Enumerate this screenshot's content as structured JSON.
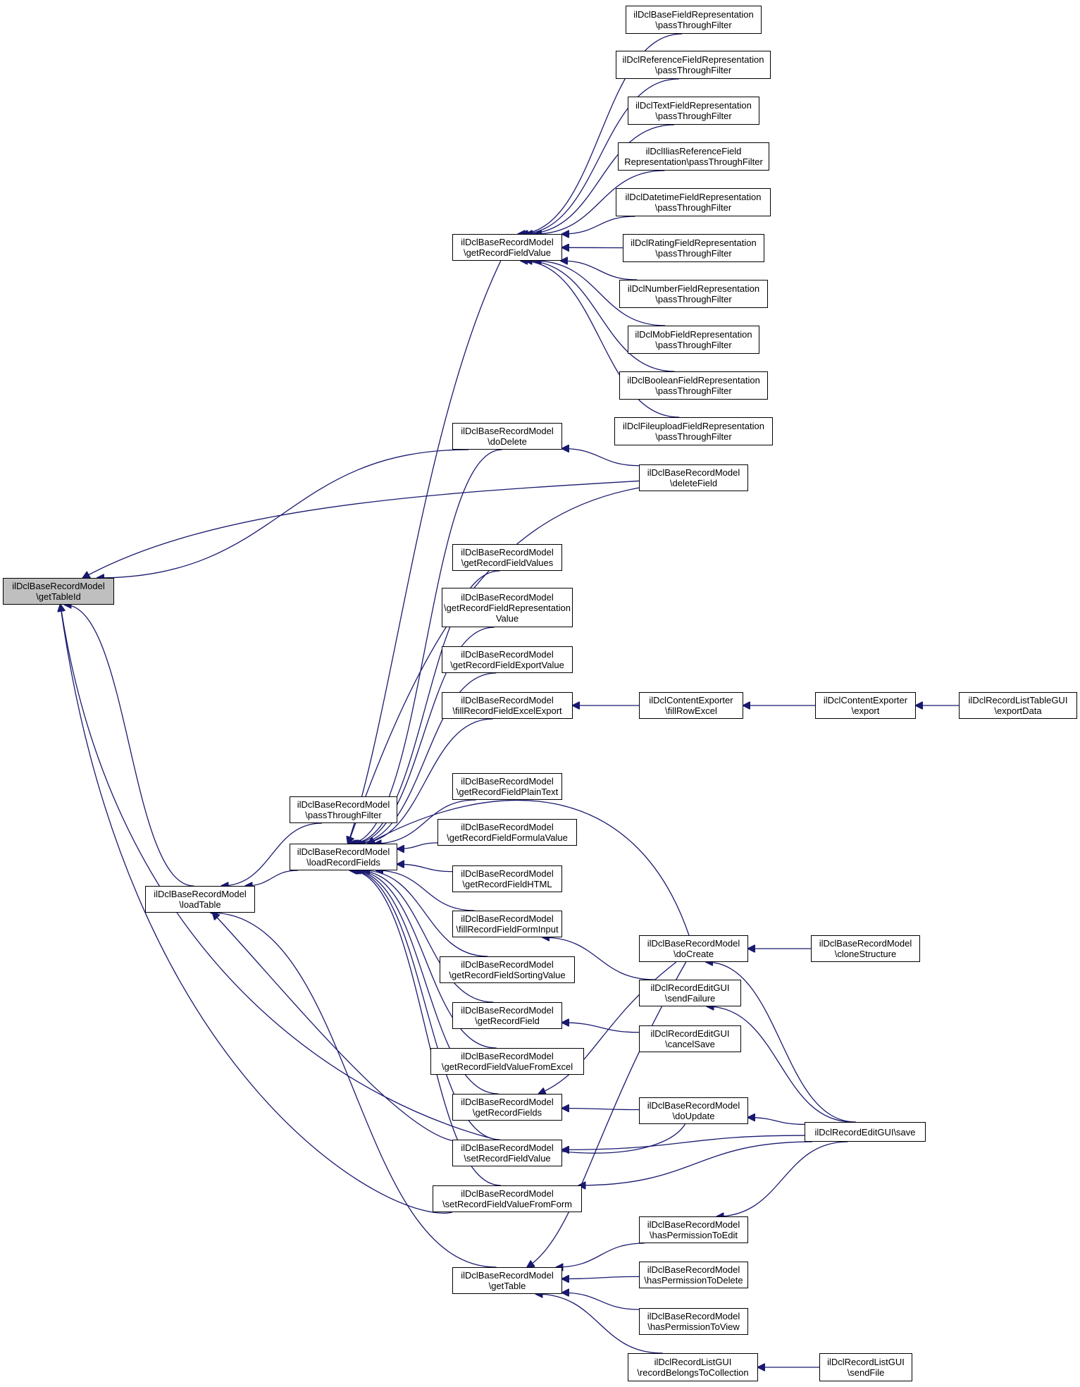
{
  "colors": {
    "edge": "#191970",
    "node_border": "#000000",
    "focus_fill": "#bfbfbf"
  },
  "nodes": [
    {
      "id": "n0",
      "lines": [
        "ilDclBaseRecordModel",
        "\\getTableId"
      ],
      "focus": true
    },
    {
      "id": "n1",
      "lines": [
        "ilDclBaseRecordModel",
        "\\loadTable"
      ]
    },
    {
      "id": "n2",
      "lines": [
        "ilDclBaseRecordModel",
        "\\passThroughFilter"
      ]
    },
    {
      "id": "n3",
      "lines": [
        "ilDclBaseRecordModel",
        "\\loadRecordFields"
      ]
    },
    {
      "id": "n4",
      "lines": [
        "ilDclBaseRecordModel",
        "\\getRecordFieldValue"
      ]
    },
    {
      "id": "n5",
      "lines": [
        "ilDclBaseRecordModel",
        "\\doDelete"
      ]
    },
    {
      "id": "n6",
      "lines": [
        "ilDclBaseRecordModel",
        "\\getRecordFieldValues"
      ]
    },
    {
      "id": "n7",
      "lines": [
        "ilDclBaseRecordModel",
        "\\getRecordFieldRepresentation",
        "Value"
      ]
    },
    {
      "id": "n8",
      "lines": [
        "ilDclBaseRecordModel",
        "\\getRecordFieldExportValue"
      ]
    },
    {
      "id": "n9",
      "lines": [
        "ilDclBaseRecordModel",
        "\\fillRecordFieldExcelExport"
      ]
    },
    {
      "id": "n10",
      "lines": [
        "ilDclBaseRecordModel",
        "\\getRecordFieldPlainText"
      ]
    },
    {
      "id": "n11",
      "lines": [
        "ilDclBaseRecordModel",
        "\\getRecordFieldFormulaValue"
      ]
    },
    {
      "id": "n12",
      "lines": [
        "ilDclBaseRecordModel",
        "\\getRecordFieldHTML"
      ]
    },
    {
      "id": "n13",
      "lines": [
        "ilDclBaseRecordModel",
        "\\fillRecordFieldFormInput"
      ]
    },
    {
      "id": "n14",
      "lines": [
        "ilDclBaseRecordModel",
        "\\getRecordFieldSortingValue"
      ]
    },
    {
      "id": "n15",
      "lines": [
        "ilDclBaseRecordModel",
        "\\getRecordField"
      ]
    },
    {
      "id": "n16",
      "lines": [
        "ilDclBaseRecordModel",
        "\\getRecordFieldValueFromExcel"
      ]
    },
    {
      "id": "n17",
      "lines": [
        "ilDclBaseRecordModel",
        "\\getRecordFields"
      ]
    },
    {
      "id": "n18",
      "lines": [
        "ilDclBaseRecordModel",
        "\\setRecordFieldValue"
      ]
    },
    {
      "id": "n19",
      "lines": [
        "ilDclBaseRecordModel",
        "\\setRecordFieldValueFromForm"
      ]
    },
    {
      "id": "n20",
      "lines": [
        "ilDclBaseRecordModel",
        "\\getTable"
      ]
    },
    {
      "id": "n21",
      "lines": [
        "ilDclBaseFieldRepresentation",
        "\\passThroughFilter"
      ]
    },
    {
      "id": "n22",
      "lines": [
        "ilDclReferenceFieldRepresentation",
        "\\passThroughFilter"
      ]
    },
    {
      "id": "n23",
      "lines": [
        "ilDclTextFieldRepresentation",
        "\\passThroughFilter"
      ]
    },
    {
      "id": "n24",
      "lines": [
        "ilDclIliasReferenceField",
        "Representation\\passThroughFilter"
      ]
    },
    {
      "id": "n25",
      "lines": [
        "ilDclDatetimeFieldRepresentation",
        "\\passThroughFilter"
      ]
    },
    {
      "id": "n26",
      "lines": [
        "ilDclRatingFieldRepresentation",
        "\\passThroughFilter"
      ]
    },
    {
      "id": "n27",
      "lines": [
        "ilDclNumberFieldRepresentation",
        "\\passThroughFilter"
      ]
    },
    {
      "id": "n28",
      "lines": [
        "ilDclMobFieldRepresentation",
        "\\passThroughFilter"
      ]
    },
    {
      "id": "n29",
      "lines": [
        "ilDclBooleanFieldRepresentation",
        "\\passThroughFilter"
      ]
    },
    {
      "id": "n30",
      "lines": [
        "ilDclFileuploadFieldRepresentation",
        "\\passThroughFilter"
      ]
    },
    {
      "id": "n31",
      "lines": [
        "ilDclBaseRecordModel",
        "\\deleteField"
      ]
    },
    {
      "id": "n32",
      "lines": [
        "ilDclContentExporter",
        "\\fillRowExcel"
      ]
    },
    {
      "id": "n33",
      "lines": [
        "ilDclBaseRecordModel",
        "\\doCreate"
      ]
    },
    {
      "id": "n34",
      "lines": [
        "ilDclRecordEditGUI",
        "\\sendFailure"
      ]
    },
    {
      "id": "n35",
      "lines": [
        "ilDclRecordEditGUI",
        "\\cancelSave"
      ]
    },
    {
      "id": "n36",
      "lines": [
        "ilDclBaseRecordModel",
        "\\doUpdate"
      ]
    },
    {
      "id": "n37",
      "lines": [
        "ilDclBaseRecordModel",
        "\\hasPermissionToEdit"
      ]
    },
    {
      "id": "n38",
      "lines": [
        "ilDclBaseRecordModel",
        "\\hasPermissionToDelete"
      ]
    },
    {
      "id": "n39",
      "lines": [
        "ilDclBaseRecordModel",
        "\\hasPermissionToView"
      ]
    },
    {
      "id": "n40",
      "lines": [
        "ilDclRecordListGUI",
        "\\recordBelongsToCollection"
      ]
    },
    {
      "id": "n41",
      "lines": [
        "ilDclContentExporter",
        "\\export"
      ]
    },
    {
      "id": "n42",
      "lines": [
        "ilDclBaseRecordModel",
        "\\cloneStructure"
      ]
    },
    {
      "id": "n43",
      "lines": [
        "ilDclRecordEditGUI\\save"
      ]
    },
    {
      "id": "n44",
      "lines": [
        "ilDclRecordListGUI",
        "\\sendFile"
      ]
    },
    {
      "id": "n45",
      "lines": [
        "ilDclRecordListTableGUI",
        "\\exportData"
      ]
    }
  ],
  "edges": [
    [
      "n1",
      "n0"
    ],
    [
      "n5",
      "n0"
    ],
    [
      "n31",
      "n0"
    ],
    [
      "n19",
      "n0"
    ],
    [
      "n3",
      "n1"
    ],
    [
      "n2",
      "n1"
    ],
    [
      "n20",
      "n1"
    ],
    [
      "n18",
      "n1"
    ],
    [
      "n4",
      "n3"
    ],
    [
      "n5",
      "n3"
    ],
    [
      "n6",
      "n3"
    ],
    [
      "n7",
      "n3"
    ],
    [
      "n8",
      "n3"
    ],
    [
      "n9",
      "n3"
    ],
    [
      "n10",
      "n3"
    ],
    [
      "n11",
      "n3"
    ],
    [
      "n12",
      "n3"
    ],
    [
      "n13",
      "n3"
    ],
    [
      "n14",
      "n3"
    ],
    [
      "n15",
      "n3"
    ],
    [
      "n16",
      "n3"
    ],
    [
      "n17",
      "n3"
    ],
    [
      "n18",
      "n3"
    ],
    [
      "n19",
      "n3"
    ],
    [
      "n31",
      "n3"
    ],
    [
      "n33",
      "n3"
    ],
    [
      "n21",
      "n4"
    ],
    [
      "n22",
      "n4"
    ],
    [
      "n23",
      "n4"
    ],
    [
      "n24",
      "n4"
    ],
    [
      "n25",
      "n4"
    ],
    [
      "n26",
      "n4"
    ],
    [
      "n27",
      "n4"
    ],
    [
      "n28",
      "n4"
    ],
    [
      "n29",
      "n4"
    ],
    [
      "n30",
      "n4"
    ],
    [
      "n31",
      "n5"
    ],
    [
      "n32",
      "n9"
    ],
    [
      "n41",
      "n32"
    ],
    [
      "n45",
      "n41"
    ],
    [
      "n34",
      "n13"
    ],
    [
      "n35",
      "n15"
    ],
    [
      "n33",
      "n17"
    ],
    [
      "n36",
      "n17"
    ],
    [
      "n43",
      "n18"
    ],
    [
      "n43",
      "n19"
    ],
    [
      "n36",
      "n0"
    ],
    [
      "n37",
      "n20"
    ],
    [
      "n38",
      "n20"
    ],
    [
      "n39",
      "n20"
    ],
    [
      "n40",
      "n20"
    ],
    [
      "n33",
      "n20"
    ],
    [
      "n42",
      "n33"
    ],
    [
      "n43",
      "n33"
    ],
    [
      "n43",
      "n34"
    ],
    [
      "n43",
      "n36"
    ],
    [
      "n43",
      "n37"
    ],
    [
      "n44",
      "n40"
    ]
  ]
}
